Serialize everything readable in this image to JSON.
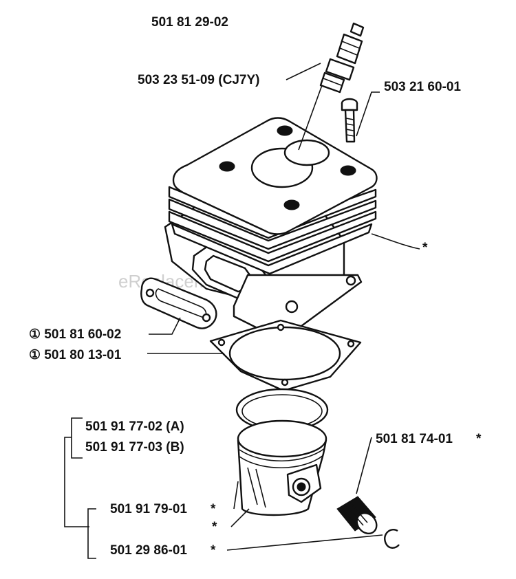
{
  "title_part": "501 81 29-02",
  "watermark": "eReplacementParts.com",
  "labels": {
    "spark_plug": "503 23 51-09 (CJ7Y)",
    "bolt": "503 21 60-01",
    "cylinder_asterisk": "*",
    "gasket_exhaust": "① 501 81 60-02",
    "gasket_base": "① 501 80 13-01",
    "piston_a": "501 91 77-02 (A)",
    "piston_b": "501 91 77-03 (B)",
    "ring": "501 91 79-01",
    "ring_asterisk": "*",
    "piston_pin_asterisk": "*",
    "circlip": "501 29 86-01",
    "circlip_asterisk": "*",
    "bearing": "501 81 74-01",
    "bearing_asterisk": "*"
  }
}
